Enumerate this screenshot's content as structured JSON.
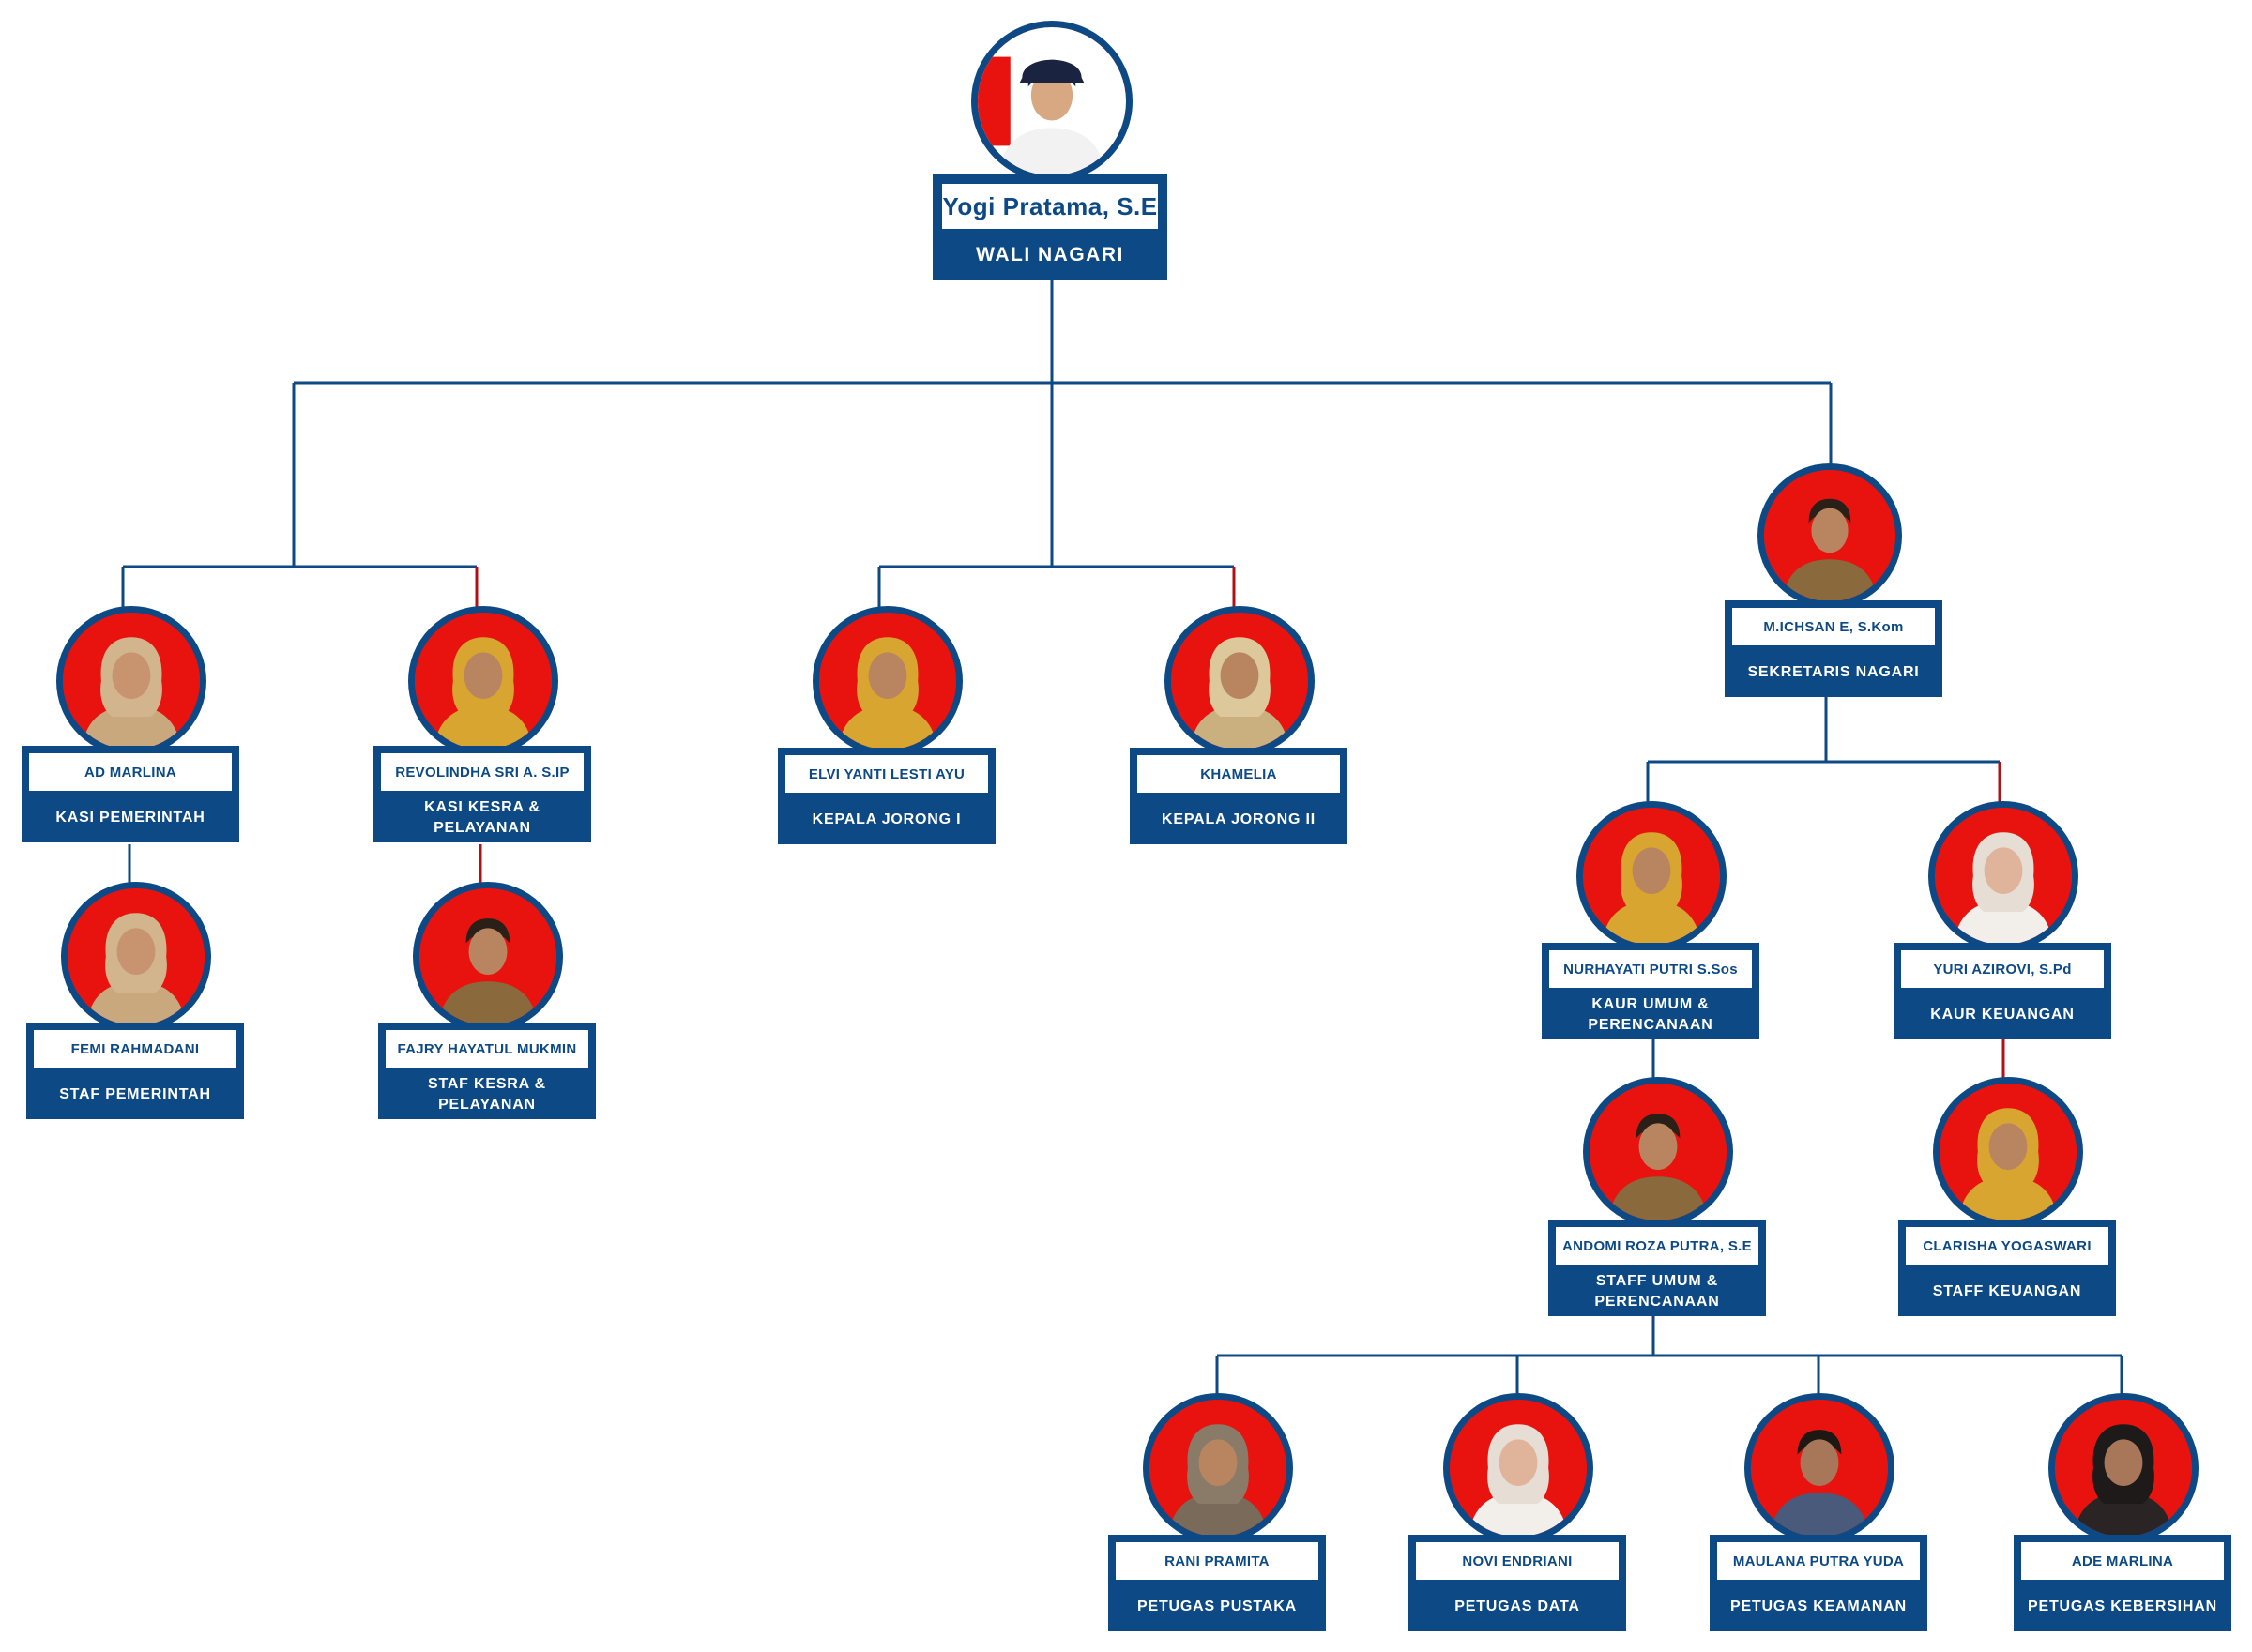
{
  "colors": {
    "navy": "#0d4a85",
    "red": "#e8130f",
    "connector_red": "#b01016",
    "background": "#ffffff"
  },
  "head": {
    "name": "Yogi Pratama, S.E",
    "role": "WALI NAGARI"
  },
  "secretary": {
    "name": "M.ICHSAN E, S.Kom",
    "role": "SEKRETARIS NAGARI"
  },
  "kasi_pemerintah": {
    "name": "AD MARLINA",
    "role": "KASI PEMERINTAH"
  },
  "kasi_kesra": {
    "name": "REVOLINDHA SRI A. S.IP",
    "role": "KASI KESRA & PELAYANAN"
  },
  "staf_pemerintah": {
    "name": "FEMI RAHMADANI",
    "role": "STAF PEMERINTAH"
  },
  "staf_kesra": {
    "name": "FAJRY HAYATUL MUKMIN",
    "role": "STAF KESRA & PELAYANAN"
  },
  "jorong_1": {
    "name": "ELVI YANTI LESTI AYU",
    "role": "KEPALA JORONG I"
  },
  "jorong_2": {
    "name": "KHAMELIA",
    "role": "KEPALA JORONG II"
  },
  "kaur_umum": {
    "name": "NURHAYATI PUTRI S.Sos",
    "role": "KAUR UMUM & PERENCANAAN"
  },
  "kaur_keuangan": {
    "name": "YURI AZIROVI, S.Pd",
    "role": "KAUR KEUANGAN"
  },
  "staff_umum": {
    "name": "ANDOMI ROZA PUTRA, S.E",
    "role": "STAFF UMUM & PERENCANAAN"
  },
  "staff_keuangan": {
    "name": "CLARISHA YOGASWARI",
    "role": "STAFF KEUANGAN"
  },
  "petugas_pustaka": {
    "name": "RANI PRAMITA",
    "role": "PETUGAS PUSTAKA"
  },
  "petugas_data": {
    "name": "NOVI ENDRIANI",
    "role": "PETUGAS DATA"
  },
  "petugas_keamanan": {
    "name": "MAULANA PUTRA YUDA",
    "role": "PETUGAS KEAMANAN"
  },
  "petugas_kebersihan": {
    "name": "ADE MARLINA",
    "role": "PETUGAS KEBERSIHAN"
  }
}
